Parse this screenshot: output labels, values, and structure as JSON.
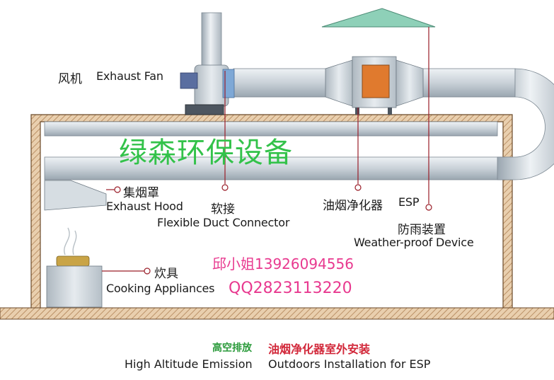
{
  "labels": {
    "exhaust_fan_cn": "风机",
    "exhaust_fan_en": "Exhaust Fan",
    "exhaust_hood_cn": "集烟罩",
    "exhaust_hood_en": "Exhaust Hood",
    "flexible_connector_cn": "软接",
    "flexible_connector_en": "Flexible Duct Connector",
    "esp_cn": "油烟净化器",
    "esp_en": "ESP",
    "weather_device_cn": "防雨装置",
    "weather_device_en": "Weather-proof Device",
    "cooking_cn": "炊具",
    "cooking_en": "Cooking Appliances"
  },
  "watermark": "绿森环保设备",
  "contact": {
    "name_phone": "邱小姐13926094556",
    "qq": "QQ2823113220"
  },
  "caption": {
    "left_cn": "高空排放",
    "right_cn": "油烟净化器室外安装",
    "left_en": "High Altitude Emission",
    "right_en": "Outdoors Installation for ESP"
  },
  "colors": {
    "duct": "#cfd6dc",
    "wall_hatch": "#c79a6a",
    "watermark": "#33c24a",
    "contact": "#e8398f",
    "esp_panel": "#e07a2e",
    "roof_cap": "#8ed0b8"
  }
}
